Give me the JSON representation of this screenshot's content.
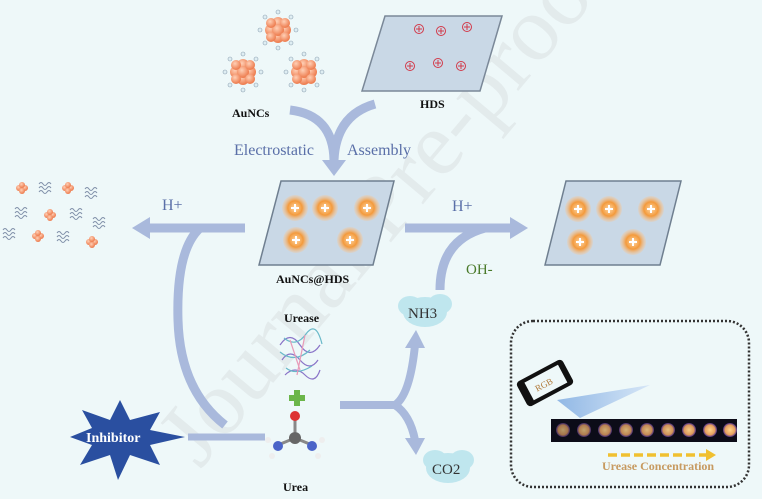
{
  "labels": {
    "aunc": "AuNCs",
    "hds": "HDS",
    "electrostatic": "Electrostatic",
    "assembly": "Assembly",
    "h_plus_left": "H+",
    "h_plus_right": "H+",
    "aunc_hds": "AuNCs@HDS",
    "oh_minus": "OH-",
    "nh3": "NH3",
    "urease": "Urease",
    "urea": "Urea",
    "inhibitor": "Inhibitor",
    "co2": "CO2",
    "rgb": "RGB",
    "urease_concentration": "Urease Concentration",
    "watermark": "Journal Pre-proof"
  },
  "colors": {
    "background": "#eef8f9",
    "arrow": "#a9b9dc",
    "gold": "#f09a3a",
    "cluster": "#f4a27a",
    "inhibitor": "#2a4fa0",
    "cloud": "#bfe6ee"
  }
}
